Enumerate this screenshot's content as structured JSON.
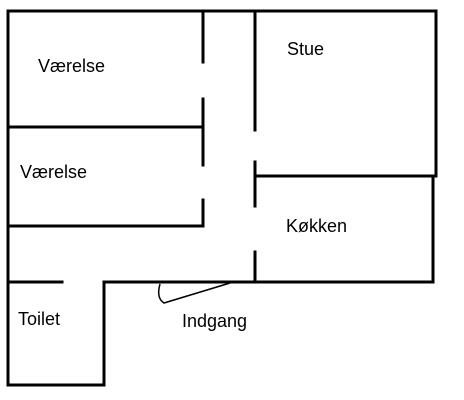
{
  "floor_plan": {
    "rooms": [
      {
        "key": "room-1",
        "label": "Værelse"
      },
      {
        "key": "room-2",
        "label": "Værelse"
      },
      {
        "key": "living-room",
        "label": "Stue"
      },
      {
        "key": "kitchen",
        "label": "Køkken"
      },
      {
        "key": "toilet",
        "label": "Toilet"
      }
    ],
    "entrance": {
      "label": "Indgang"
    }
  }
}
